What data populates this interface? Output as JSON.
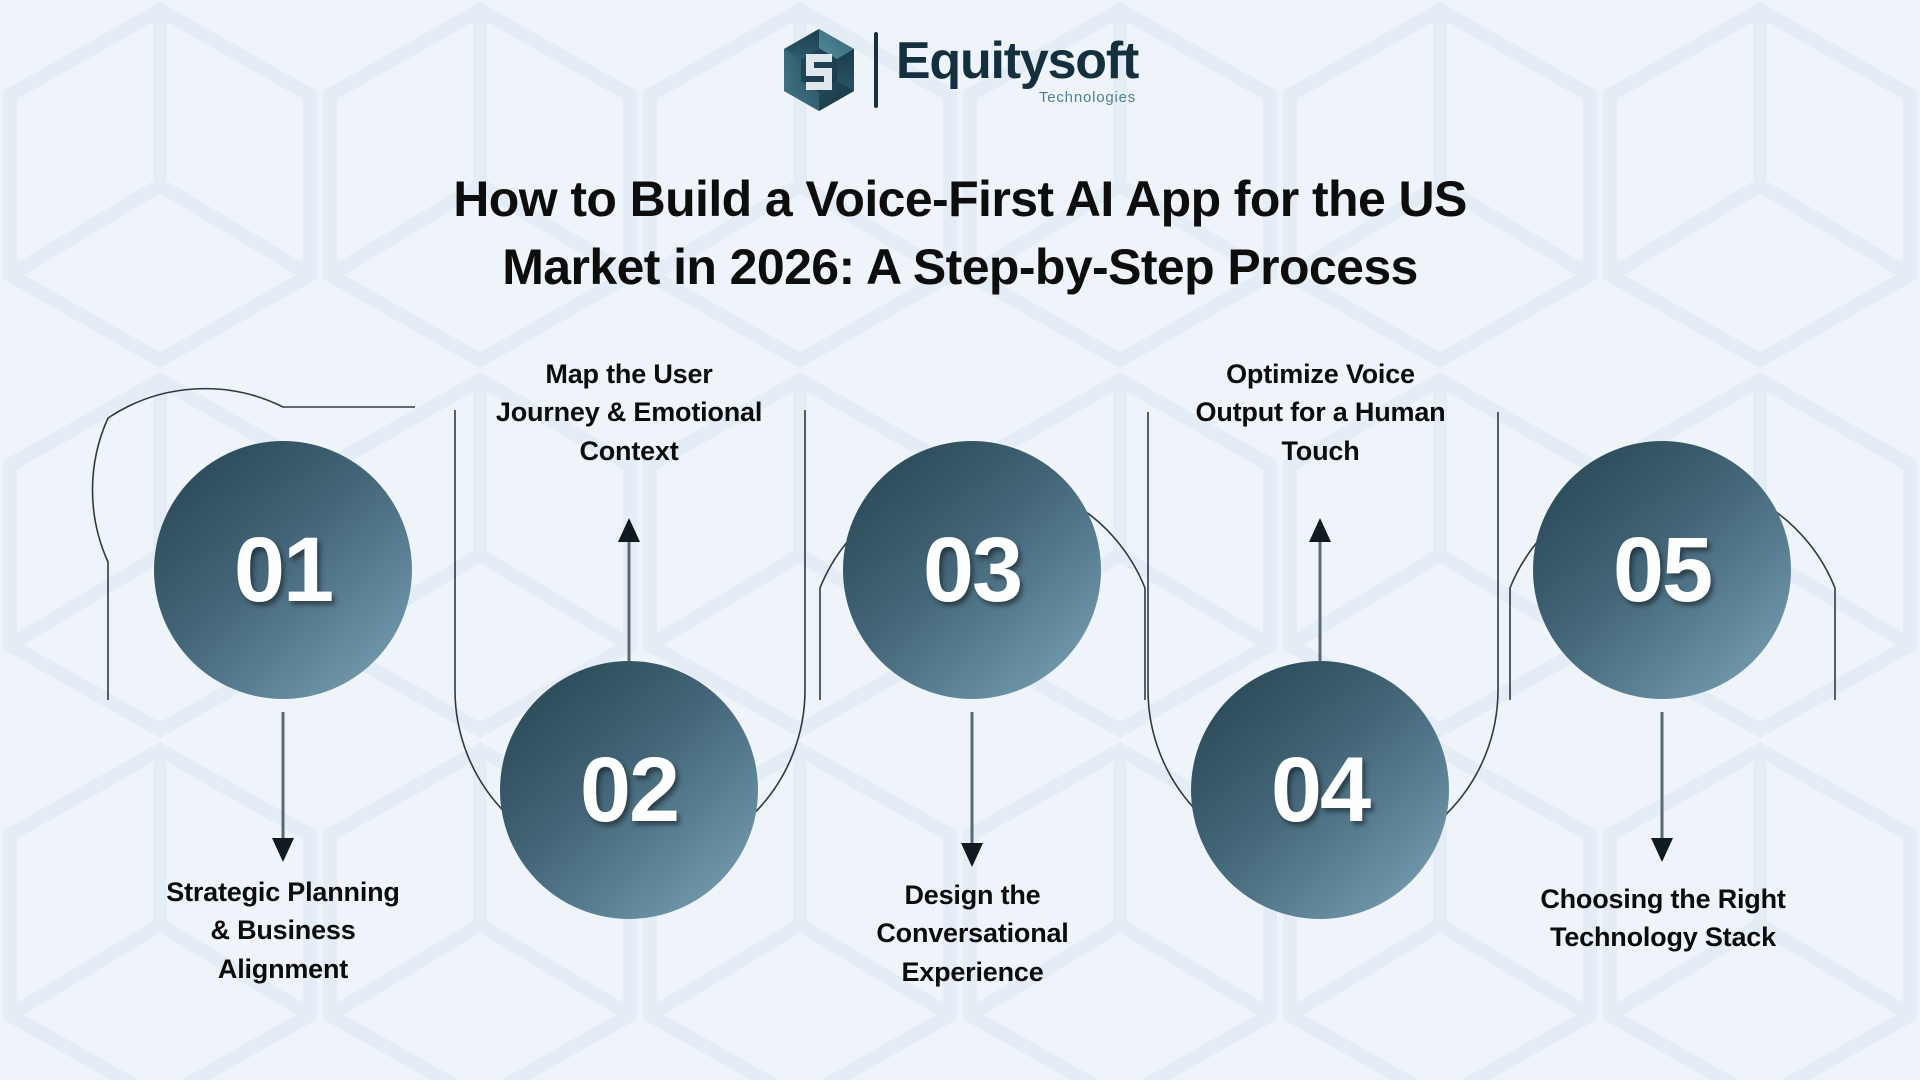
{
  "brand": {
    "name": "Equitysoft",
    "tagline": "Technologies",
    "logo_icon": "isometric-cube-logo-icon",
    "colors": {
      "wordmark": "#14303f",
      "tagline": "#4f7f8e",
      "logo_dark": "#1d3b4c",
      "logo_light": "#5f9bab"
    }
  },
  "page": {
    "title_line_1": "How to Build a Voice-First AI App for the US",
    "title_line_2": "Market in 2026: A Step-by-Step Process",
    "background_color": "#eef4fa",
    "title_color": "#0d0d0d"
  },
  "diagram": {
    "type": "numbered-step-process",
    "step_count": 5,
    "circle_gradient_from": "#2b4757",
    "circle_gradient_to": "#80a6ba",
    "outline_color": "#2e3a42",
    "connector_color": "#5a6a74",
    "steps": [
      {
        "number": "01",
        "label": "Strategic Planning & Business Alignment",
        "label_lines": [
          "Strategic Planning",
          "& Business",
          "Alignment"
        ],
        "position": "top",
        "label_position": "below"
      },
      {
        "number": "02",
        "label": "Map the User Journey & Emotional Context",
        "label_lines": [
          "Map the User",
          "Journey & Emotional",
          "Context"
        ],
        "position": "bottom",
        "label_position": "above"
      },
      {
        "number": "03",
        "label": "Design the Conversational Experience",
        "label_lines": [
          "Design the",
          "Conversational",
          "Experience"
        ],
        "position": "top",
        "label_position": "below"
      },
      {
        "number": "04",
        "label": "Optimize Voice Output for a Human Touch",
        "label_lines": [
          "Optimize Voice",
          "Output for a Human",
          "Touch"
        ],
        "position": "bottom",
        "label_position": "above"
      },
      {
        "number": "05",
        "label": "Choosing the Right Technology Stack",
        "label_lines": [
          "Choosing the Right",
          "Technology Stack"
        ],
        "position": "top",
        "label_position": "below"
      }
    ]
  }
}
